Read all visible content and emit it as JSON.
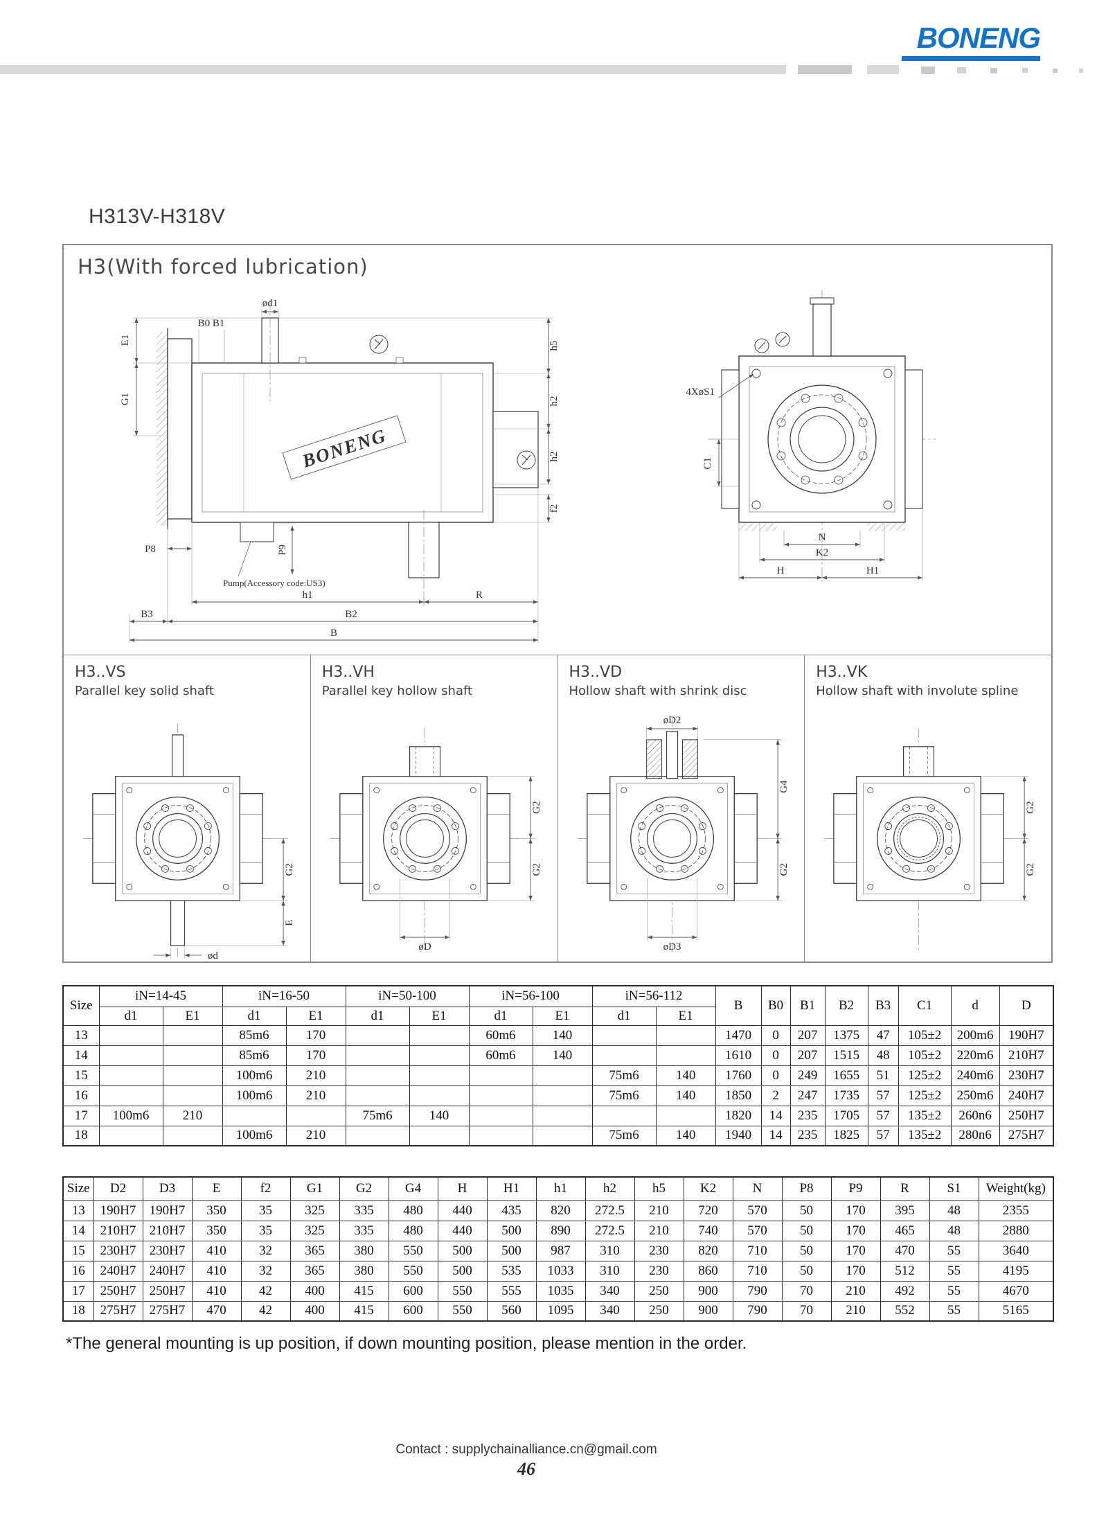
{
  "brand": {
    "logo_text": "BONENG"
  },
  "page": {
    "title": "H313V-H318V",
    "footnote": "*The general mounting is up position, if down mounting position, please mention in the order.",
    "contact": "Contact : supplychainalliance.cn@gmail.com",
    "page_number": "46"
  },
  "drawing": {
    "heading": "H3(With forced lubrication)",
    "side": {
      "od1": "ød1",
      "e1": "E1",
      "b0b1": "B0 B1",
      "g1": "G1",
      "p8": "P8",
      "p9": "P9",
      "b3": "B3",
      "b2": "B2",
      "b": "B",
      "h1": "h1",
      "r": "R",
      "h5": "h5",
      "h2a": "h2",
      "h2b": "h2",
      "f2": "f2",
      "pump": "Pump(Accessory code:US3)",
      "boneng": "BONENG"
    },
    "front": {
      "s1": "4XøS1",
      "c1": "C1",
      "n": "N",
      "k2": "K2",
      "h": "H",
      "h1": "H1"
    }
  },
  "variants": [
    {
      "code": "H3..VS",
      "desc": "Parallel key solid shaft",
      "labels": {
        "g2": "G2",
        "e": "E",
        "od": "ød"
      }
    },
    {
      "code": "H3..VH",
      "desc": "Parallel key hollow shaft",
      "labels": {
        "g2a": "G2",
        "g2b": "G2",
        "od": "øD"
      }
    },
    {
      "code": "H3..VD",
      "desc": "Hollow shaft with shrink disc",
      "labels": {
        "od2": "øD2",
        "g4": "G4",
        "g2": "G2",
        "od3": "øD3"
      }
    },
    {
      "code": "H3..VK",
      "desc": "Hollow shaft with involute spline",
      "labels": {
        "g2a": "G2",
        "g2b": "G2"
      }
    }
  ],
  "table1": {
    "size_header": "Size",
    "groups": [
      {
        "label": "iN=14-45",
        "sub": [
          "d1",
          "E1"
        ]
      },
      {
        "label": "iN=16-50",
        "sub": [
          "d1",
          "E1"
        ]
      },
      {
        "label": "iN=50-100",
        "sub": [
          "d1",
          "E1"
        ]
      },
      {
        "label": "iN=56-100",
        "sub": [
          "d1",
          "E1"
        ]
      },
      {
        "label": "iN=56-112",
        "sub": [
          "d1",
          "E1"
        ]
      }
    ],
    "tail": [
      "B",
      "B0",
      "B1",
      "B2",
      "B3",
      "C1",
      "d",
      "D"
    ],
    "rows": [
      [
        "13",
        "",
        "",
        "85m6",
        "170",
        "",
        "",
        "60m6",
        "140",
        "",
        "",
        "1470",
        "0",
        "207",
        "1375",
        "47",
        "105±2",
        "200m6",
        "190H7"
      ],
      [
        "14",
        "",
        "",
        "85m6",
        "170",
        "",
        "",
        "60m6",
        "140",
        "",
        "",
        "1610",
        "0",
        "207",
        "1515",
        "48",
        "105±2",
        "220m6",
        "210H7"
      ],
      [
        "15",
        "",
        "",
        "100m6",
        "210",
        "",
        "",
        "",
        "",
        "75m6",
        "140",
        "1760",
        "0",
        "249",
        "1655",
        "51",
        "125±2",
        "240m6",
        "230H7"
      ],
      [
        "16",
        "",
        "",
        "100m6",
        "210",
        "",
        "",
        "",
        "",
        "75m6",
        "140",
        "1850",
        "2",
        "247",
        "1735",
        "57",
        "125±2",
        "250m6",
        "240H7"
      ],
      [
        "17",
        "100m6",
        "210",
        "",
        "",
        "75m6",
        "140",
        "",
        "",
        "",
        "",
        "1820",
        "14",
        "235",
        "1705",
        "57",
        "135±2",
        "260n6",
        "250H7"
      ],
      [
        "18",
        "",
        "",
        "100m6",
        "210",
        "",
        "",
        "",
        "",
        "75m6",
        "140",
        "1940",
        "14",
        "235",
        "1825",
        "57",
        "135±2",
        "280n6",
        "275H7"
      ]
    ]
  },
  "table2": {
    "headers": [
      "Size",
      "D2",
      "D3",
      "E",
      "f2",
      "G1",
      "G2",
      "G4",
      "H",
      "H1",
      "h1",
      "h2",
      "h5",
      "K2",
      "N",
      "P8",
      "P9",
      "R",
      "S1",
      "Weight(kg)"
    ],
    "rows": [
      [
        "13",
        "190H7",
        "190H7",
        "350",
        "35",
        "325",
        "335",
        "480",
        "440",
        "435",
        "820",
        "272.5",
        "210",
        "720",
        "570",
        "50",
        "170",
        "395",
        "48",
        "2355"
      ],
      [
        "14",
        "210H7",
        "210H7",
        "350",
        "35",
        "325",
        "335",
        "480",
        "440",
        "500",
        "890",
        "272.5",
        "210",
        "740",
        "570",
        "50",
        "170",
        "465",
        "48",
        "2880"
      ],
      [
        "15",
        "230H7",
        "230H7",
        "410",
        "32",
        "365",
        "380",
        "550",
        "500",
        "500",
        "987",
        "310",
        "230",
        "820",
        "710",
        "50",
        "170",
        "470",
        "55",
        "3640"
      ],
      [
        "16",
        "240H7",
        "240H7",
        "410",
        "32",
        "365",
        "380",
        "550",
        "500",
        "535",
        "1033",
        "310",
        "230",
        "860",
        "710",
        "50",
        "170",
        "512",
        "55",
        "4195"
      ],
      [
        "17",
        "250H7",
        "250H7",
        "410",
        "42",
        "400",
        "415",
        "600",
        "550",
        "555",
        "1035",
        "340",
        "250",
        "900",
        "790",
        "70",
        "210",
        "492",
        "55",
        "4670"
      ],
      [
        "18",
        "275H7",
        "275H7",
        "470",
        "42",
        "400",
        "415",
        "600",
        "550",
        "560",
        "1095",
        "340",
        "250",
        "900",
        "790",
        "70",
        "210",
        "552",
        "55",
        "5165"
      ]
    ]
  }
}
